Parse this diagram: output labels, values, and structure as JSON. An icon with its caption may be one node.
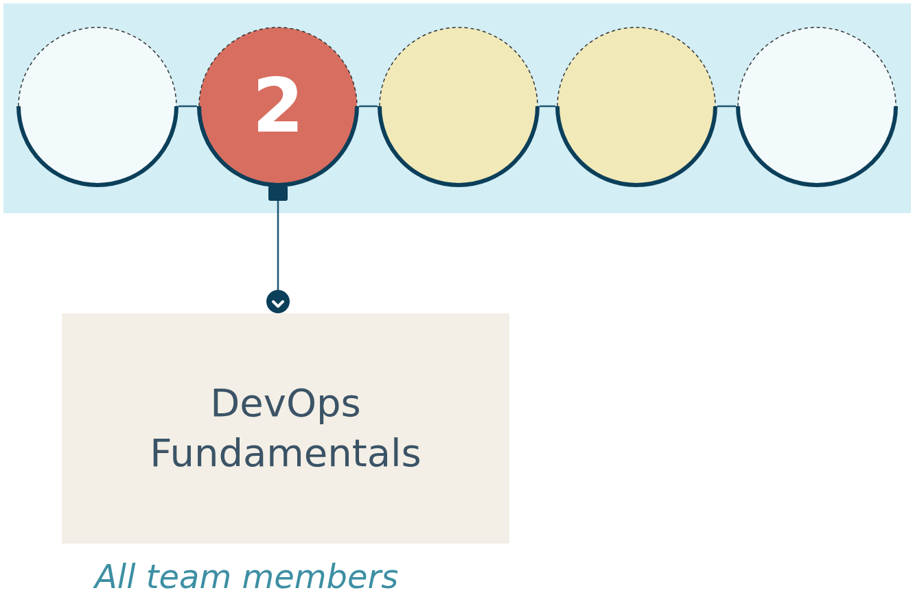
{
  "diagram": {
    "nodes": [
      {
        "text": [],
        "shape": "circle"
      },
      {
        "text": [
          "2"
        ]
      },
      {
        "text": [],
        "shape": "circle"
      },
      {
        "text": [],
        "shape": "circle"
      },
      {
        "text": [],
        "shape": "circle"
      },
      {
        "text": [
          "DevOps Fundamentals"
        ],
        "beside": [
          "All team members"
        ]
      }
    ],
    "edges": [
      {
        "from": 0,
        "to": 1,
        "arrow": "none"
      },
      {
        "from": 1,
        "to": 2,
        "arrow": "none"
      },
      {
        "from": 2,
        "to": 3,
        "arrow": "none"
      },
      {
        "from": 3,
        "to": 4,
        "arrow": "none"
      },
      {
        "from": 1,
        "to": 5,
        "arrow": "other"
      }
    ]
  }
}
